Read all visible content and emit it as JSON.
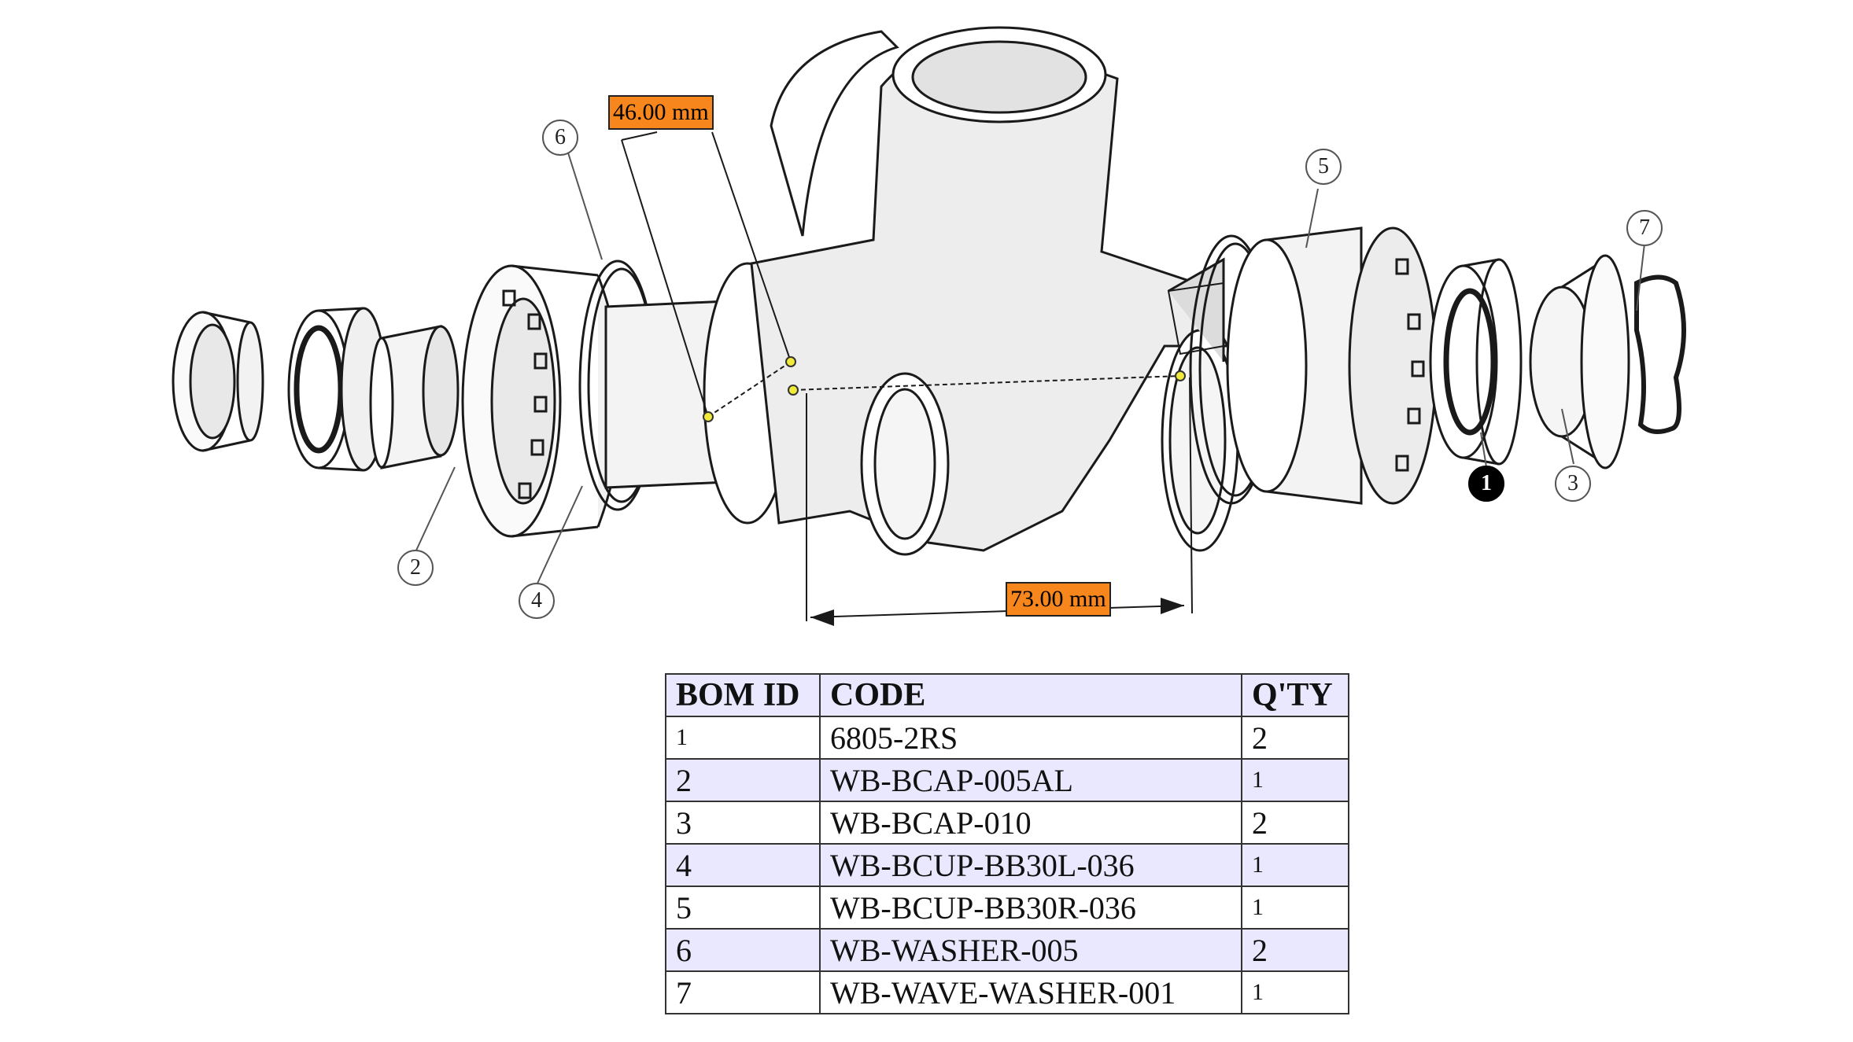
{
  "dimensions": [
    {
      "label": "46.00 mm"
    },
    {
      "label": "73.00 mm"
    }
  ],
  "balloons": [
    "1",
    "2",
    "3",
    "4",
    "5",
    "6",
    "7"
  ],
  "bom": {
    "headers": [
      "BOM ID",
      "CODE",
      "Q'TY"
    ],
    "rows": [
      {
        "id": "1",
        "code": "6805-2RS",
        "qty": "2"
      },
      {
        "id": "2",
        "code": "WB-BCAP-005AL",
        "qty": "1"
      },
      {
        "id": "3",
        "code": "WB-BCAP-010",
        "qty": "2"
      },
      {
        "id": "4",
        "code": "WB-BCUP-BB30L-036",
        "qty": "1"
      },
      {
        "id": "5",
        "code": "WB-BCUP-BB30R-036",
        "qty": "1"
      },
      {
        "id": "6",
        "code": "WB-WASHER-005",
        "qty": "2"
      },
      {
        "id": "7",
        "code": "WB-WAVE-WASHER-001",
        "qty": "1"
      }
    ]
  },
  "colors": {
    "dimension_label": "#f7861d",
    "table_highlight": "#e9e8ff"
  }
}
